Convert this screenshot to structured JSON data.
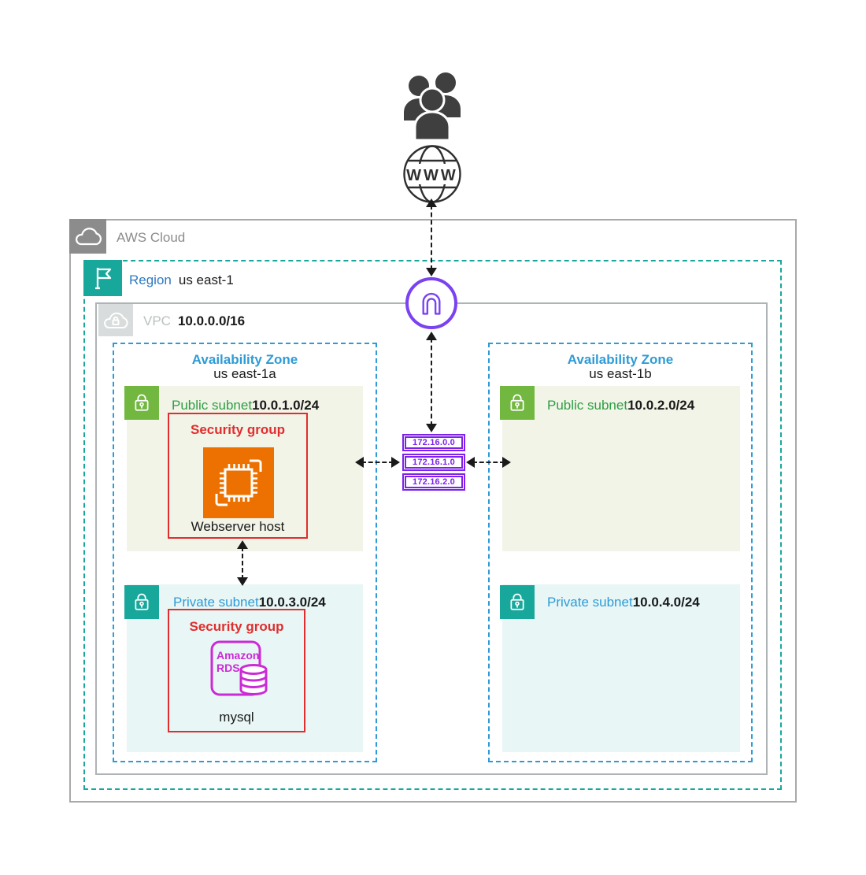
{
  "title": "AWS VPC architecture diagram",
  "external": {
    "users_icon": "users",
    "www_label": "WWW"
  },
  "aws_cloud": {
    "label": "AWS Cloud"
  },
  "region": {
    "label": "Region",
    "name": "us east-1"
  },
  "vpc": {
    "label": "VPC",
    "cidr": "10.0.0.0/16"
  },
  "internet_gateway": {
    "icon": "internet-gateway"
  },
  "route_tables": [
    "172.16.0.0",
    "172.16.1.0",
    "172.16.2.0"
  ],
  "zones": [
    {
      "label": "Availability Zone",
      "name": "us east-1a",
      "public_subnet": {
        "label": "Public subnet",
        "cidr": "10.0.1.0/24",
        "security_group": {
          "label": "Security group",
          "resource": "Webserver host"
        }
      },
      "private_subnet": {
        "label": "Private subnet",
        "cidr": "10.0.3.0/24",
        "security_group": {
          "label": "Security group",
          "resource": "mysql",
          "service_lines": [
            "Amazon",
            "RDS"
          ]
        }
      }
    },
    {
      "label": "Availability Zone",
      "name": "us east-1b",
      "public_subnet": {
        "label": "Public subnet",
        "cidr": "10.0.2.0/24"
      },
      "private_subnet": {
        "label": "Private subnet",
        "cidr": "10.0.4.0/24"
      }
    }
  ],
  "colors": {
    "aws_cloud_gray": "#8C8C8C",
    "region_teal": "#18A89B",
    "region_label_blue": "#2E79C0",
    "az_blue": "#2E9BD6",
    "public_subnet_green": "#2E9E44",
    "public_tile_green": "#72B740",
    "private_fill": "#E8F6F6",
    "public_fill": "#F2F4E8",
    "security_group_red": "#E12D2D",
    "ec2_orange": "#ED7100",
    "rds_magenta": "#CB2BD5",
    "route_table_purple": "#7D22EB",
    "gateway_purple": "#7A42F0",
    "arrow_dark": "#1a1a1a"
  }
}
